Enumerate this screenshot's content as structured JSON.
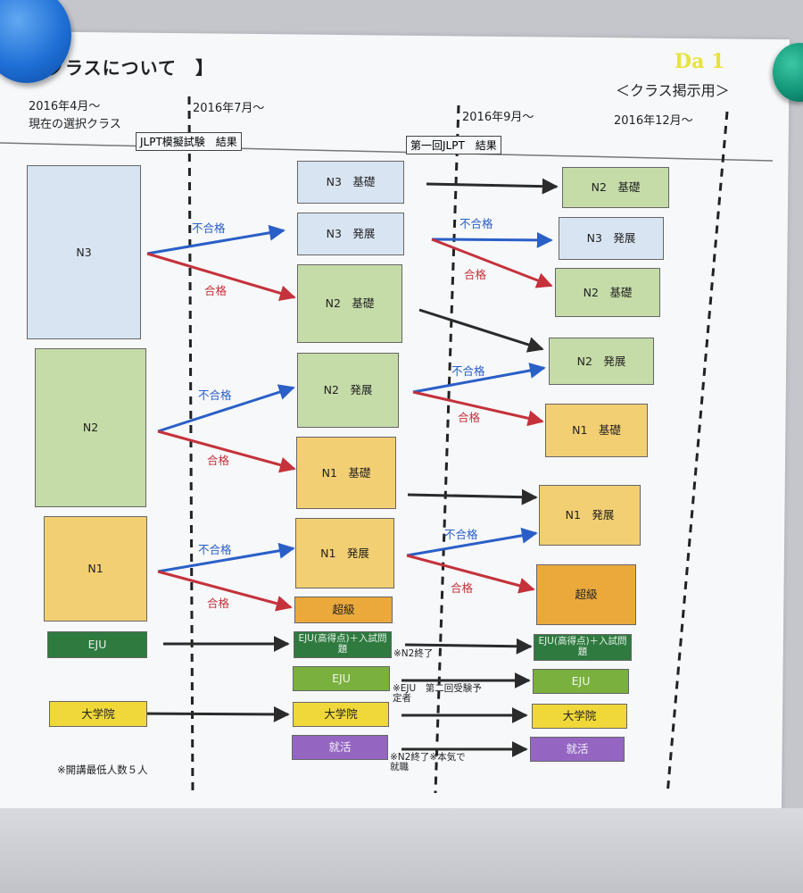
{
  "header": {
    "title": "クラスについて　】",
    "handwriting": "Da 1",
    "subtitle": "＜クラス掲示用＞",
    "col1_date": "2016年4月～",
    "col1_sub": "現在の選択クラス",
    "col2_date": "2016年7月～",
    "col2_box": "JLPT模擬試験　結果",
    "col3_date": "2016年9月～",
    "col3_box": "第一回JLPT　結果",
    "col4_date": "2016年12月～"
  },
  "labels": {
    "fail": "不合格",
    "pass": "合格"
  },
  "col1": {
    "n3": "N3",
    "n2": "N2",
    "n1": "N1",
    "eju": "EJU",
    "grad": "大学院"
  },
  "col2": {
    "n3_kiso": "N3　基礎",
    "n3_hatten": "N3　発展",
    "n2_kiso": "N2　基礎",
    "n2_hatten": "N2　発展",
    "n1_kiso": "N1　基礎",
    "n1_hatten": "N1　発展",
    "choukyu": "超級",
    "eju_high": "EJU(高得点)＋入試問題",
    "eju": "EJU",
    "grad": "大学院",
    "job": "就活"
  },
  "col3": {
    "n2_kiso_a": "N2　基礎",
    "n3_hatten": "N3　発展",
    "n2_kiso_b": "N2　基礎",
    "n2_hatten": "N2　発展",
    "n1_kiso": "N1　基礎",
    "n1_hatten": "N1　発展",
    "choukyu": "超級",
    "eju_high": "EJU(高得点)＋入試問題",
    "eju": "EJU",
    "grad": "大学院",
    "job": "就活"
  },
  "notes": {
    "n2_done": "※N2終了",
    "eju_second": "※EJU　第二回受験予定者",
    "n2_done_job": "※N2終了※本気で就職",
    "min_students": "※開講最低人数５人"
  },
  "colors": {
    "blue_arrow": "#2a5fc7",
    "red_arrow": "#c5323b",
    "black_arrow": "#2b2b2b",
    "magnet_blue": "#1e6fd6",
    "magnet_teal": "#0e8f73"
  }
}
